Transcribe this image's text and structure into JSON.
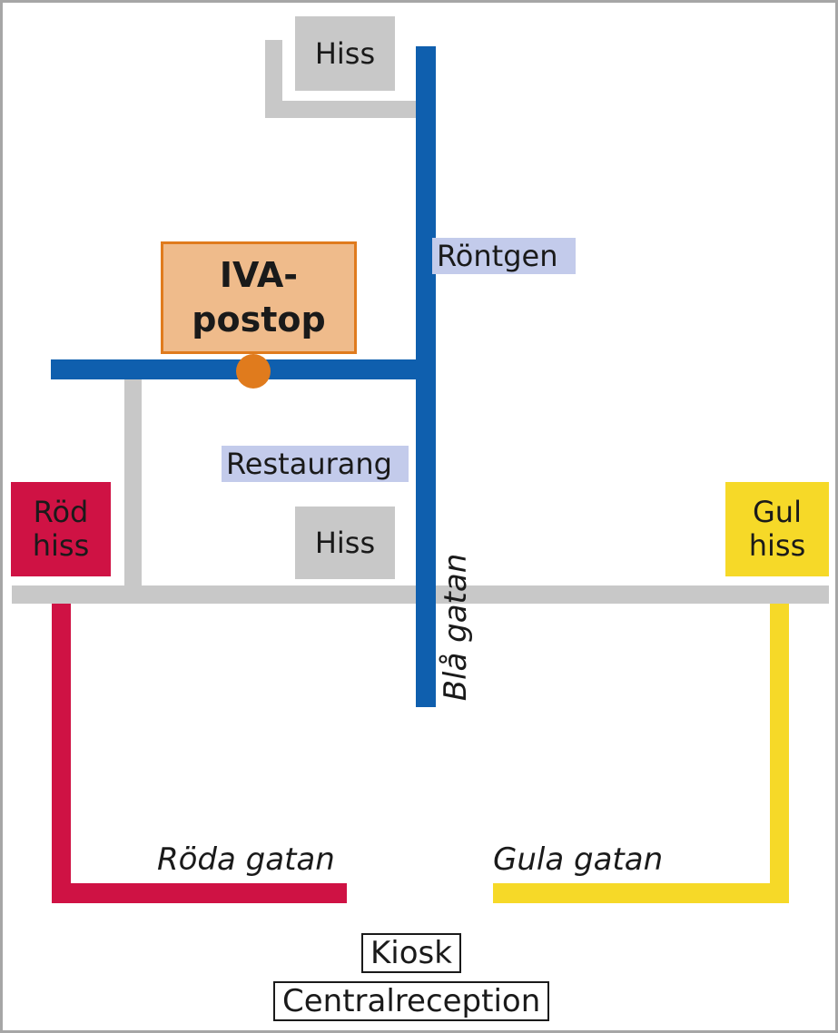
{
  "map": {
    "colors": {
      "blue_line": "#0f5fae",
      "red_line": "#cf1244",
      "yellow_line": "#f6d928",
      "grey_line": "#c8c8c8",
      "iva_fill": "#efbb8b",
      "iva_border": "#e07b1d",
      "label_background": "#c3cbeb"
    },
    "elevators": {
      "top": "Hiss",
      "middle": "Hiss",
      "red": "Röd\nhiss",
      "yellow": "Gul\nhiss"
    },
    "destination": "IVA-\npostop",
    "places": {
      "rontgen": "Röntgen",
      "restaurant": "Restaurang"
    },
    "streets": {
      "blue": "Blå gatan",
      "red": "Röda gatan",
      "yellow": "Gula gatan"
    },
    "entrance": {
      "kiosk": "Kiosk",
      "reception": "Centralreception"
    }
  }
}
